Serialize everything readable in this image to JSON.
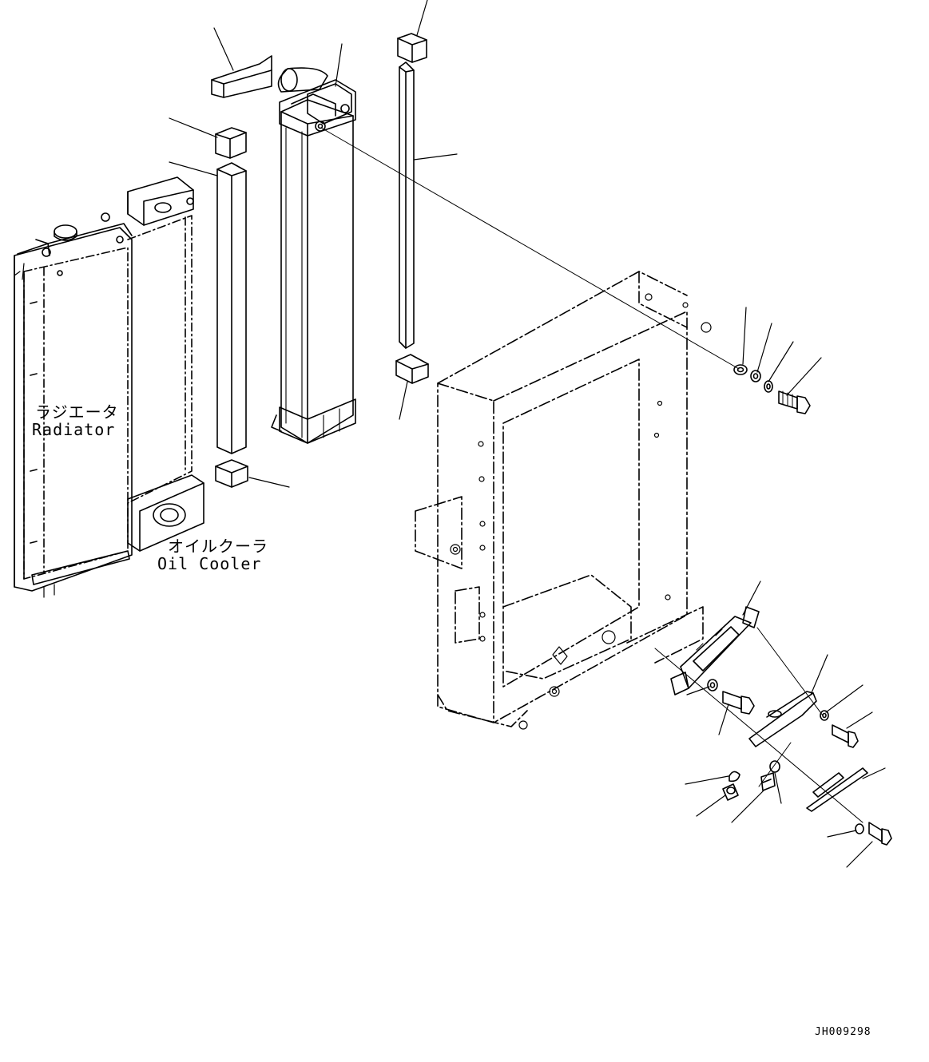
{
  "labels": {
    "radiator_jp": "ラジエータ",
    "radiator_en": "Radiator",
    "oil_cooler_jp": "オイルクーラ",
    "oil_cooler_en": "Oil Cooler"
  },
  "drawing_number": "JH009298",
  "colors": {
    "line": "#000000",
    "background": "#ffffff"
  }
}
